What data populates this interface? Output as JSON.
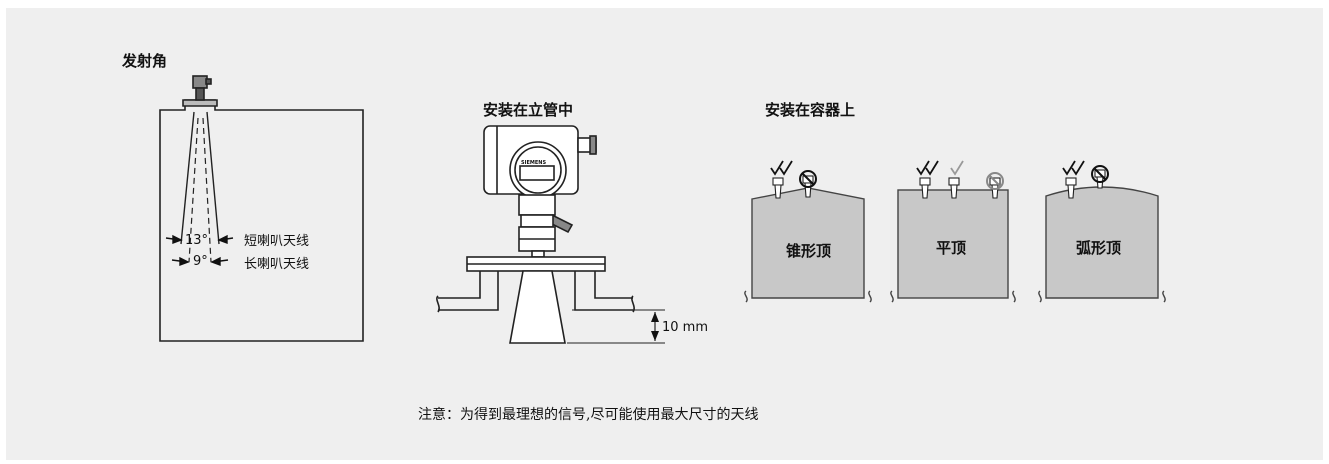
{
  "titles": {
    "beam_angle": "发射角",
    "standpipe": "安装在立管中",
    "vessel": "安装在容器上"
  },
  "beam": {
    "short_angle": "13°",
    "short_label": "短喇叭天线",
    "long_angle": "9°",
    "long_label": "长喇叭天线"
  },
  "standpipe": {
    "brand": "SIEMENS",
    "distance": "10 mm"
  },
  "roofs": [
    "锥形顶",
    "平顶",
    "弧形顶"
  ],
  "note": "注意：为得到最理想的信号,尽可能使用最大尺寸的天线"
}
